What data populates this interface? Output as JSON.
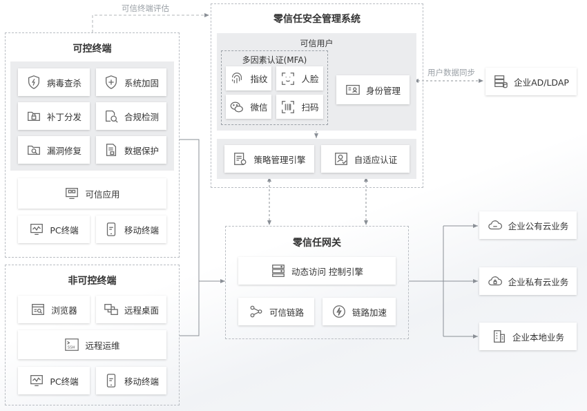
{
  "controlled": {
    "title": "可控终端",
    "items": [
      {
        "label": "病毒查杀",
        "icon": "shield-lightning-icon"
      },
      {
        "label": "系统加固",
        "icon": "shield-plus-icon"
      },
      {
        "label": "补丁分发",
        "icon": "folder-lock-icon"
      },
      {
        "label": "合规检测",
        "icon": "compliance-check-icon"
      },
      {
        "label": "漏洞修复",
        "icon": "folder-wrench-icon"
      },
      {
        "label": "数据保护",
        "icon": "document-lock-icon"
      }
    ],
    "trusted_app": "可信应用",
    "pc": "PC终端",
    "mobile": "移动终端"
  },
  "uncontrolled": {
    "title": "非可控终端",
    "browser": "浏览器",
    "remote_desktop": "远程桌面",
    "remote_ops": "远程运维",
    "pc": "PC终端",
    "mobile": "移动终端"
  },
  "zt_system": {
    "title": "零信任安全管理系统",
    "trusted_user": "可信用户",
    "mfa": {
      "title": "多因素认证(MFA)",
      "fingerprint": "指纹",
      "face": "人脸",
      "wechat": "微信",
      "scan": "扫码"
    },
    "identity": "身份管理",
    "policy_engine": "策略管理引擎",
    "adaptive_auth": "自适应认证"
  },
  "gateway": {
    "title": "零信任网关",
    "dynamic_access": "动态访问 控制引擎",
    "trusted_link": "可信链路",
    "link_accel": "链路加速"
  },
  "ldap": "企业AD/LDAP",
  "services": {
    "public_cloud": "企业公有云业务",
    "private_cloud": "企业私有云业务",
    "local": "企业本地业务"
  },
  "labels": {
    "trust_eval": "可信终端评估",
    "user_sync": "用户数据同步"
  },
  "colors": {
    "line": "#8a8f96",
    "dash": "#b8bcc2",
    "panel": "#ebecee",
    "icon": "#666666"
  }
}
